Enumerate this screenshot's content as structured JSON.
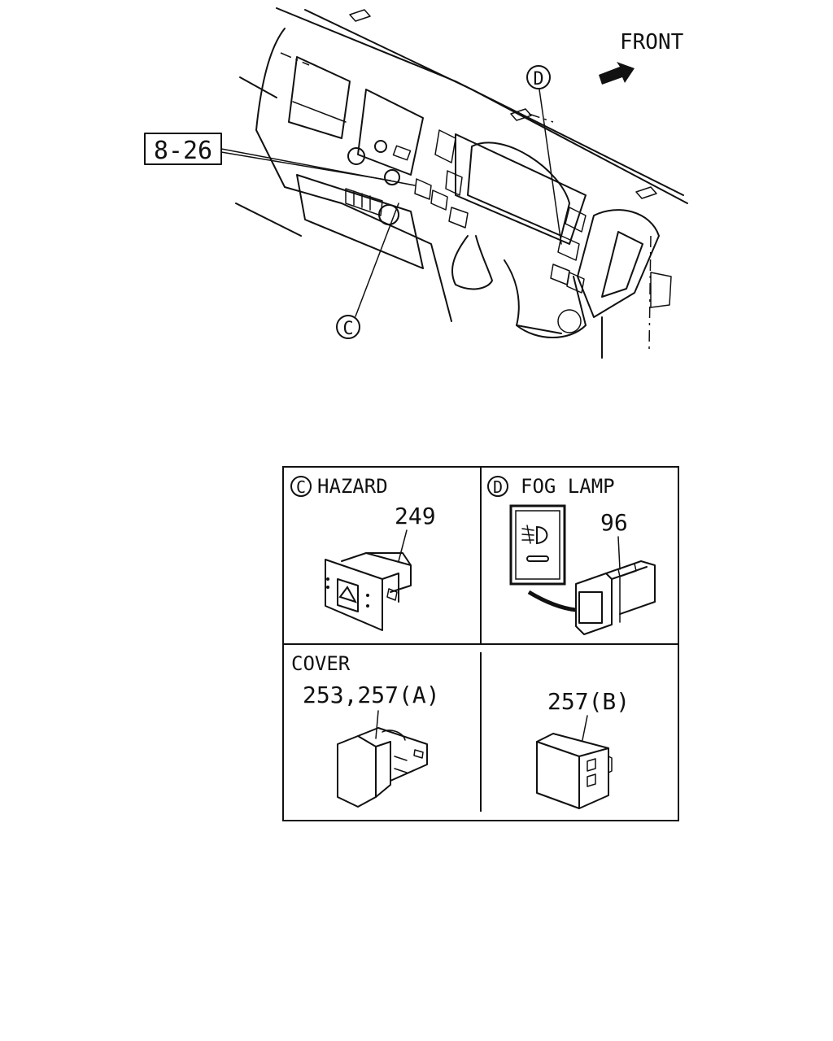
{
  "overview": {
    "ref_box_label": "8-26",
    "front_label": "FRONT",
    "callout_c": "C",
    "callout_d": "D"
  },
  "panels": {
    "hazard": {
      "marker": "C",
      "title": "HAZARD",
      "part_number": "249"
    },
    "fog_lamp": {
      "marker": "D",
      "title": "FOG LAMP",
      "part_number": "96"
    },
    "cover_a": {
      "title": "COVER",
      "part_number": "253,257(A)"
    },
    "cover_b": {
      "part_number": "257(B)"
    }
  }
}
